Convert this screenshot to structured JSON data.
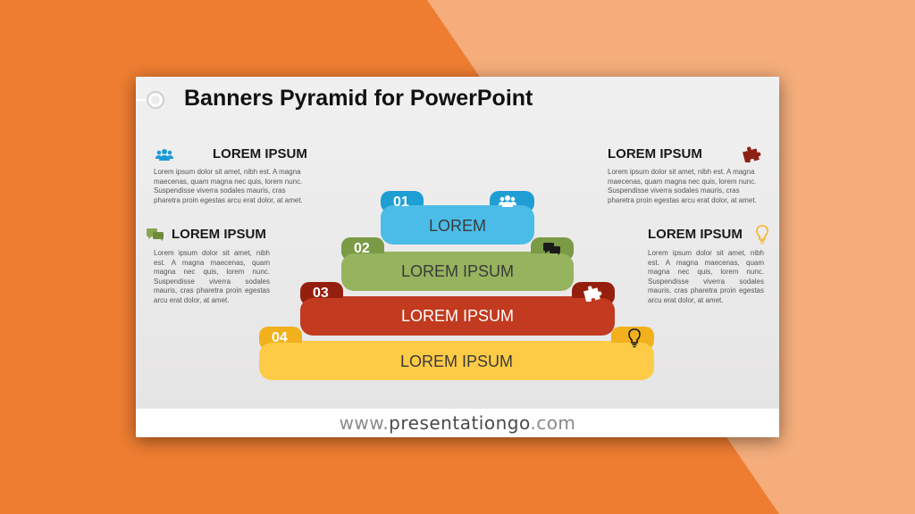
{
  "slide": {
    "title": "Banners Pyramid for PowerPoint",
    "footer": {
      "prefix": "www.",
      "domain": "presentationgo",
      "suffix": ".com"
    }
  },
  "blocks": {
    "top_left": {
      "heading": "LOREM IPSUM",
      "text": "Lorem ipsum dolor sit amet, nibh est. A magna maecenas, quam magna nec quis, lorem nunc. Suspendisse viverra sodales mauris, cras pharetra proin egestas arcu erat dolor, at amet.",
      "icon": "users-icon"
    },
    "mid_left": {
      "heading": "LOREM IPSUM",
      "text": "Lorem ipsum dolor sit amet, nibh est. A magna maecenas, quam magna nec quis, lorem nunc. Suspendisse viverra sodales mauris, cras pharetra proin egestas arcu erat dolor, at amet.",
      "icon": "chat-icon"
    },
    "top_right": {
      "heading": "LOREM IPSUM",
      "text": "Lorem ipsum dolor sit amet, nibh est. A magna maecenas, quam magna nec quis, lorem nunc. Suspendisse viverra sodales mauris, cras pharetra proin egestas arcu erat dolor, at amet.",
      "icon": "puzzle-icon"
    },
    "mid_right": {
      "heading": "LOREM IPSUM",
      "text": "Lorem ipsum dolor sit amet, nibh est. A magna maecenas, quam magna nec quis, lorem nunc. Suspendisse viverra sodales mauris, cras pharetra proin egestas arcu erat dolor, at amet.",
      "icon": "lightbulb-icon"
    }
  },
  "banners": [
    {
      "number": "01",
      "label": "LOREM",
      "icon": "users-icon",
      "color": "#4bbce8",
      "dark": "#1f9ed4"
    },
    {
      "number": "02",
      "label": "LOREM IPSUM",
      "icon": "chat-icon",
      "color": "#96b35e",
      "dark": "#7a9a45"
    },
    {
      "number": "03",
      "label": "LOREM IPSUM",
      "icon": "puzzle-icon",
      "color": "#c23a1f",
      "dark": "#951f0e"
    },
    {
      "number": "04",
      "label": "LOREM IPSUM",
      "icon": "lightbulb-icon",
      "color": "#fdcb46",
      "dark": "#f2b01c"
    }
  ],
  "colors": {
    "background": "#ee7d31",
    "background_light": "#f4ad7b",
    "blue": "#1d9ad6",
    "green": "#8aa552",
    "red": "#8c2113",
    "yellow": "#f5b52a"
  }
}
